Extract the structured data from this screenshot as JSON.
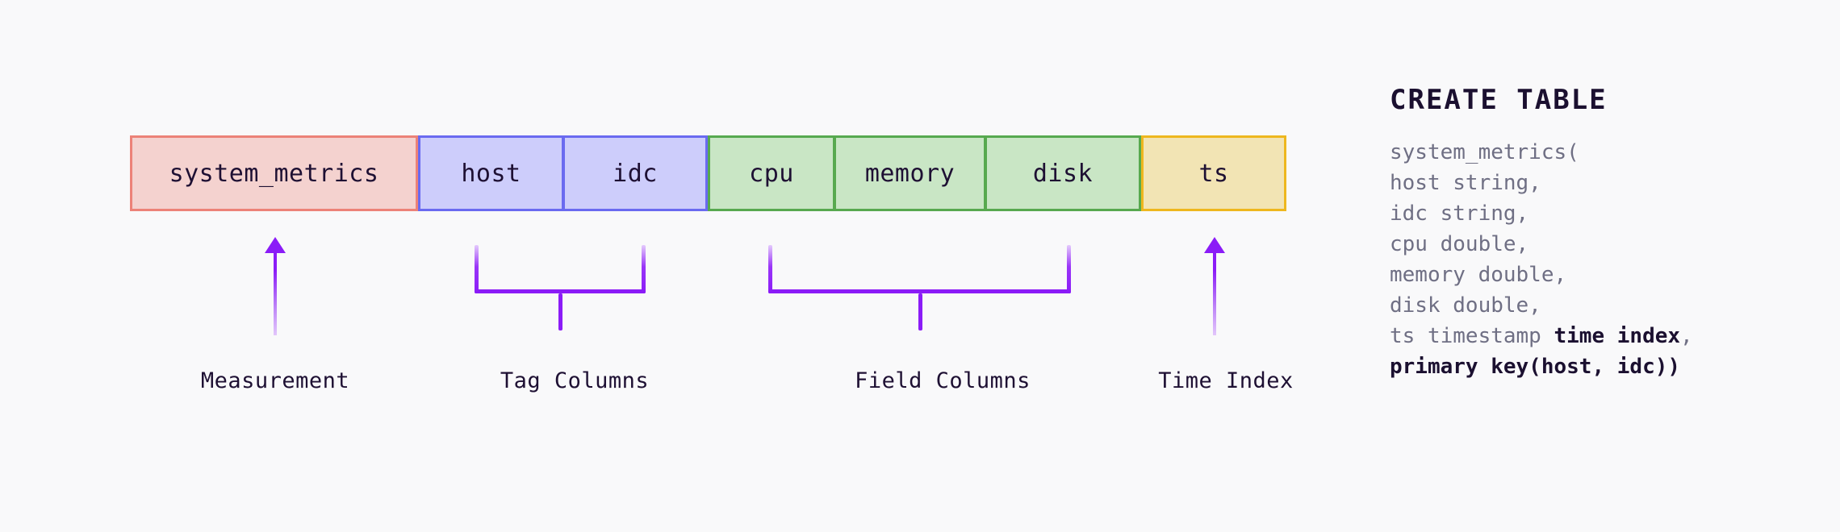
{
  "background_color": "#f9f9fa",
  "accent_color": "#8b1cf7",
  "schema_row": {
    "groups": [
      {
        "kind": "measurement",
        "fill": "#f4d2cf",
        "stroke": "#ec8278",
        "cells": [
          {
            "label": "system_metrics"
          }
        ]
      },
      {
        "kind": "tag",
        "fill": "#cdcdfb",
        "stroke": "#6a6af0",
        "cells": [
          {
            "label": "host"
          },
          {
            "label": "idc"
          }
        ]
      },
      {
        "kind": "field",
        "fill": "#c9e6c5",
        "stroke": "#57a94f",
        "cells": [
          {
            "label": "cpu"
          },
          {
            "label": "memory"
          },
          {
            "label": "disk"
          }
        ]
      },
      {
        "kind": "timeindex",
        "fill": "#f2e4b4",
        "stroke": "#eeb71e",
        "cells": [
          {
            "label": "ts"
          }
        ]
      }
    ]
  },
  "annotations": [
    {
      "id": "measurement",
      "label": "Measurement",
      "connector": "arrow"
    },
    {
      "id": "tag-columns",
      "label": "Tag Columns",
      "connector": "bracket"
    },
    {
      "id": "field-columns",
      "label": "Field Columns",
      "connector": "bracket"
    },
    {
      "id": "time-index",
      "label": "Time Index",
      "connector": "arrow"
    }
  ],
  "sql": {
    "title": "CREATE TABLE",
    "lines": [
      "system_metrics(",
      "host string,",
      "idc string,",
      "cpu double,",
      "memory double,",
      "ts timestamp time index,",
      "primary key(host, idc))"
    ],
    "line_0": "system_metrics(",
    "line_1": "host string,",
    "line_2": "idc string,",
    "line_3": "cpu double,",
    "line_4": "memory double,",
    "line_5": "disk double,",
    "line_6_plain": "ts timestamp ",
    "line_6_bold": "time index",
    "line_6_tail": ",",
    "line_7_bold": "primary key(host, idc))"
  }
}
